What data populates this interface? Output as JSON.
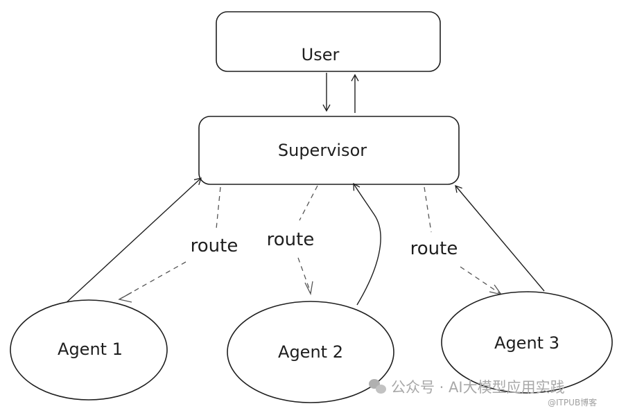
{
  "diagram": {
    "nodes": [
      {
        "id": "user",
        "label": "User",
        "shape": "rounded-rect"
      },
      {
        "id": "supervisor",
        "label": "Supervisor",
        "shape": "rounded-rect"
      },
      {
        "id": "agent1",
        "label": "Agent 1",
        "shape": "ellipse"
      },
      {
        "id": "agent2",
        "label": "Agent 2",
        "shape": "ellipse"
      },
      {
        "id": "agent3",
        "label": "Agent 3",
        "shape": "ellipse"
      }
    ],
    "edges": [
      {
        "from": "user",
        "to": "supervisor",
        "style": "solid",
        "label": ""
      },
      {
        "from": "supervisor",
        "to": "user",
        "style": "solid",
        "label": ""
      },
      {
        "from": "supervisor",
        "to": "agent1",
        "style": "dashed",
        "label": "route"
      },
      {
        "from": "supervisor",
        "to": "agent2",
        "style": "dashed",
        "label": "route"
      },
      {
        "from": "supervisor",
        "to": "agent3",
        "style": "dashed",
        "label": "route"
      },
      {
        "from": "agent1",
        "to": "supervisor",
        "style": "solid",
        "label": ""
      },
      {
        "from": "agent2",
        "to": "supervisor",
        "style": "solid",
        "label": ""
      },
      {
        "from": "agent3",
        "to": "supervisor",
        "style": "solid",
        "label": ""
      }
    ],
    "stroke_color": "#1e1e1e"
  },
  "watermark": {
    "main": "公众号 · AI大模型应用实践",
    "sub": "@ITPUB博客"
  }
}
